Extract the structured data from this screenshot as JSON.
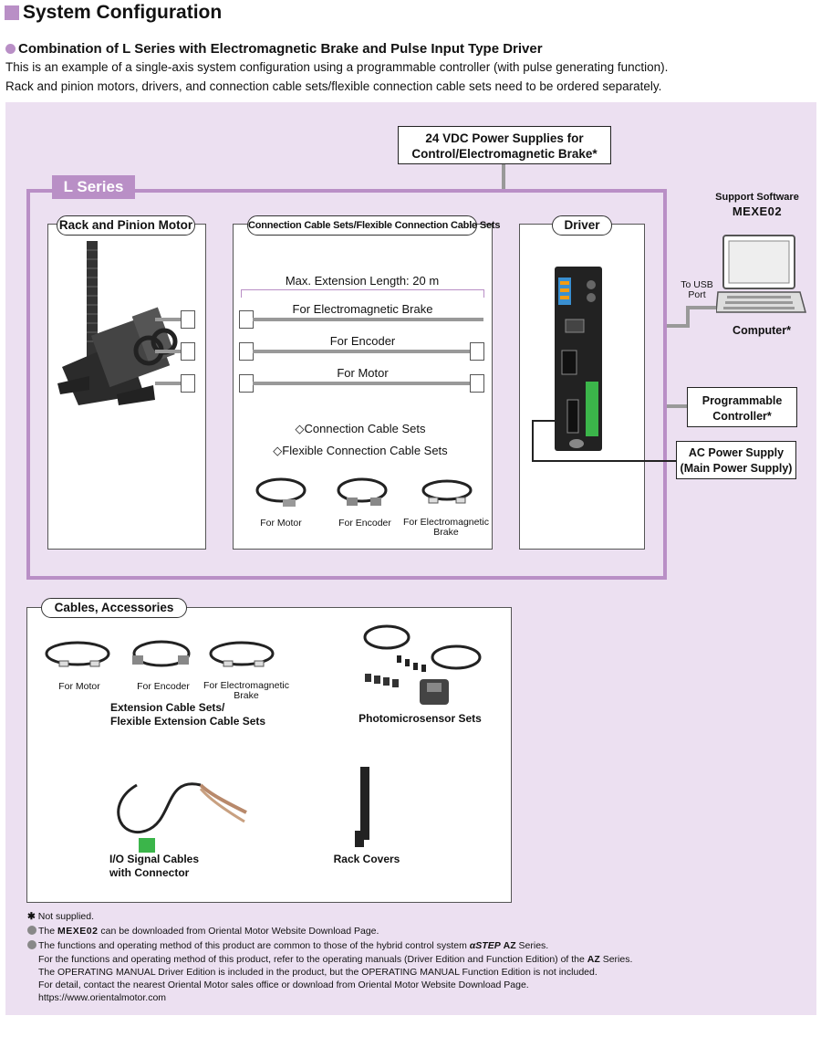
{
  "title": "System Configuration",
  "subtitle": "Combination of L Series with Electromagnetic Brake and Pulse Input Type Driver",
  "intro": [
    "This is an example of a single-axis system configuration using a programmable controller (with pulse generating function).",
    "Rack and pinion motors, drivers, and connection cable sets/flexible connection cable sets need to be ordered separately."
  ],
  "power_supply": {
    "line1": "24 VDC Power Supplies for",
    "line2": "Control/Electromagnetic Brake",
    "mark": "*"
  },
  "lseries_label": "L Series",
  "sections": {
    "motor": "Rack and Pinion Motor",
    "cables": "Connection Cable Sets/Flexible Connection Cable Sets",
    "driver": "Driver"
  },
  "max_extension": "Max. Extension Length: 20 m",
  "cable_labels": [
    "For Electromagnetic Brake",
    "For Encoder",
    "For Motor"
  ],
  "cable_sets": [
    "◇Connection Cable Sets",
    "◇Flexible Connection Cable Sets"
  ],
  "cable_images": [
    "For Motor",
    "For Encoder",
    "For Electromagnetic",
    "Brake"
  ],
  "support_software": {
    "label": "Support Software",
    "name": "MEXE02"
  },
  "usb": {
    "line1": "To USB",
    "line2": "Port"
  },
  "computer": {
    "label": "Computer",
    "mark": "*"
  },
  "plc": {
    "line1": "Programmable",
    "line2": "Controller",
    "mark": "*"
  },
  "ac_power": {
    "line1": "AC Power Supply",
    "line2": "(Main Power Supply)"
  },
  "accessories": {
    "title": "Cables, Accessories",
    "ext_items": [
      "For Motor",
      "For Encoder",
      "For Electromagnetic",
      "Brake"
    ],
    "ext_title1": "Extension Cable Sets/",
    "ext_title2": "Flexible Extension Cable Sets",
    "photo": "Photomicrosensor Sets",
    "io1": "I/O Signal Cables",
    "io2": "with Connector",
    "rack": "Rack Covers"
  },
  "footnotes": {
    "not_supplied": "Not supplied.",
    "mexe_pre": "The",
    "mexe_name": "MEXE02",
    "mexe_post": "can be downloaded from Oriental Motor Website Download Page.",
    "az_pre": "The functions and operating method of this product are common to those of the hybrid control system",
    "az_brand": "αSTEP",
    "az_name": "AZ",
    "az_post": "Series.",
    "line2_pre": "For the functions and operating method of this product, refer to the operating manuals (Driver Edition and Function Edition) of the",
    "line2_az": "AZ",
    "line2_post": "Series.",
    "line3": "The OPERATING MANUAL Driver Edition is included in the product, but the OPERATING MANUAL Function Edition is not included.",
    "line4": "For detail, contact the nearest Oriental Motor sales office or download from Oriental Motor Website Download Page.",
    "url": "https://www.orientalmotor.com"
  },
  "colors": {
    "accent": "#b98fc6",
    "panel": "#ece0f1",
    "cable": "#999999"
  }
}
